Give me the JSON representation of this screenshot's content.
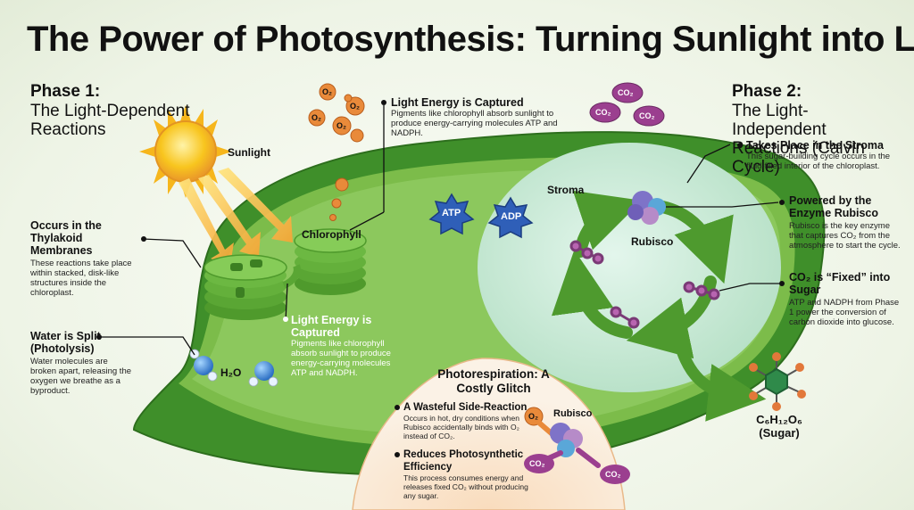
{
  "title": "The Power of Photosynthesis: Turning Sunlight into Life",
  "phase1": {
    "heading": "Phase 1:",
    "subtitle": "The Light-Dependent Reactions"
  },
  "phase2": {
    "heading": "Phase 2:",
    "subtitle": "The Light-Independent Reactions (Calvin Cycle)"
  },
  "labels": {
    "sunlight": "Sunlight",
    "chlorophyll": "Chlorophyll",
    "stroma": "Stroma",
    "rubisco": "Rubisco",
    "atp": "ATP",
    "adp": "ADP",
    "water": "H₂O",
    "o2": "O₂",
    "co2": "CO₂",
    "sugar_formula": "C₆H₁₂O₆",
    "sugar_name": "(Sugar)",
    "photo_rubisco": "Rubisco"
  },
  "annotations": {
    "light_energy_top": {
      "title": "Light Energy is Captured",
      "body": "Pigments like chlorophyll absorb sunlight to produce energy-carrying molecules ATP and NADPH."
    },
    "thylakoid": {
      "title": "Occurs in the Thylakoid Membranes",
      "body": "These reactions take place within stacked, disk-like structures inside the chloroplast."
    },
    "light_energy_bottom": {
      "title": "Light Energy is Captured",
      "body": "Pigments like chlorophyll absorb sunlight to produce energy-carrying molecules ATP and NADPH."
    },
    "water_split": {
      "title": "Water is Split (Photolysis)",
      "body": "Water molecules are broken apart, releasing the oxygen we breathe as a byproduct."
    },
    "stroma": {
      "title": "Takes Place in the Stroma",
      "body": "This sugar-building cycle occurs in the fluid-filled interior of the chloroplast."
    },
    "rubisco": {
      "title": "Powered by the Enzyme Rubisco",
      "body": "Rubisco is the key enzyme that captures CO₂ from the atmosphere to start the cycle."
    },
    "co2_fixed": {
      "title": "CO₂ is “Fixed” into Sugar",
      "body": "ATP and NADPH from Phase 1 power the conversion of carbon dioxide into glucose."
    }
  },
  "photorespiration": {
    "title": "Photorespiration: A Costly Glitch",
    "item1_title": "A Wasteful Side-Reaction",
    "item1_body": "Occurs in hot, dry conditions when Rubisco accidentally binds with O₂ instead of CO₂.",
    "item2_title": "Reduces Photosynthetic Efficiency",
    "item2_body": "This process consumes energy and releases fixed CO₂ without producing any sugar."
  },
  "colors": {
    "outer_membrane": "#3f8f2a",
    "inner_membrane": "#7cbc4a",
    "interior": "#9fd172",
    "stroma": "#c9ebd4",
    "sun": "#f6c21c",
    "atp": "#2f5fb8",
    "oxygen": "#e98a3a",
    "co2": "#9b3f8f",
    "photorespiration_bg": "#f7e4cf"
  }
}
